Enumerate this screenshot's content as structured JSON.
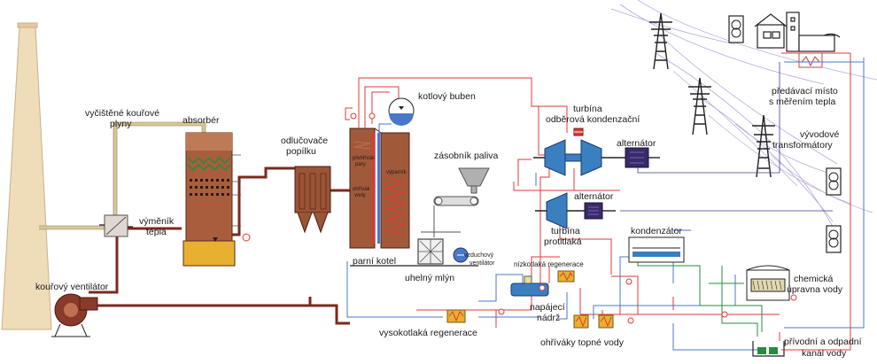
{
  "labels": {
    "cleaned_flue_gas_1": "vyčištěné kouřové",
    "cleaned_flue_gas_2": "plyny",
    "absorber": "absorbér",
    "heat_exchanger_1": "výměník",
    "heat_exchanger_2": "tepla",
    "flue_fan": "kouřový ventilátor",
    "ash_separators_1": "odlučovače",
    "ash_separators_2": "popílku",
    "boiler_drum": "kotlový buben",
    "turbine_1": "turbína",
    "turbine_2": "odběrová kondenzační",
    "alternator_top": "alternátor",
    "fuel_bunker": "zásobník paliva",
    "alternator_mid": "alternátor",
    "steam_boiler": "parní kotel",
    "coal_mill": "uhelný mlýn",
    "air_fan_1": "vzduchový",
    "air_fan_2": "ventilátor",
    "superheater_1": "přehřívák",
    "superheater_2": "páry",
    "economizer_1": "ohřívák",
    "economizer_2": "vody",
    "evaporator": "výparník",
    "backpressure_1": "turbína",
    "backpressure_2": "protitlaká",
    "condenser": "kondenzátor",
    "lp_regen": "nízkotlaká regenerace",
    "feed_tank_1": "napájecí",
    "feed_tank_2": "nádrž",
    "hp_regen": "vysokotlaká regenerace",
    "heating_water": "ohříváky topné vody",
    "delivery_1": "předávací místo",
    "delivery_2": "s měřením tepla",
    "transformers_1": "vývodové",
    "transformers_2": "transformátory",
    "water_treatment_1": "chemická",
    "water_treatment_2": "úpravna vody",
    "canal_1": "přívodní a odpadní",
    "canal_2": "kanál vody"
  },
  "colors": {
    "flue_gas_duct": "#7a2a1e",
    "clean_gas_duct": "#d8c898",
    "steam_line": "#e03838",
    "water_line": "#4a78c8",
    "condensate_line": "#2a8a40",
    "boiler_body": "#a05a3a",
    "chimney": "#efdcb8",
    "absorber_yellow": "#e8b030",
    "generator": "#3a2a6a",
    "transmission_tower": "#222222"
  },
  "icons": [
    "chimney-icon",
    "transmission-tower-icon",
    "transformer-icon",
    "house-icon",
    "fan-icon",
    "pump-icon"
  ]
}
